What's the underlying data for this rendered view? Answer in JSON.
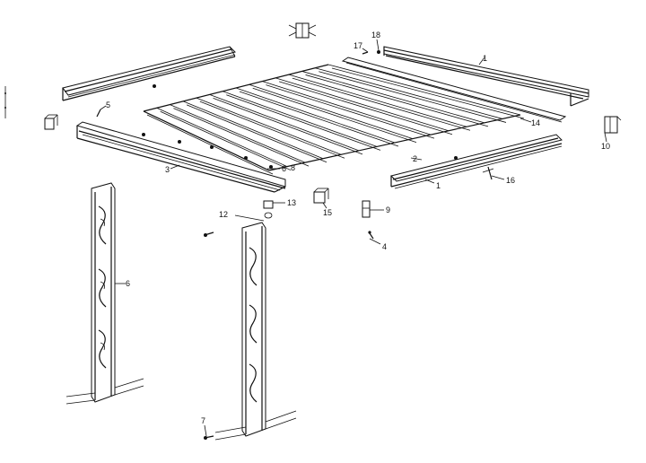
{
  "callouts": [
    "1",
    "1",
    "2",
    "3",
    "4",
    "5",
    "6",
    "6",
    "7",
    "8",
    "9",
    "10",
    "12",
    "13",
    "14",
    "15",
    "16",
    "17",
    "18"
  ],
  "colors": {
    "ink": "#111111",
    "paper": "#ffffff"
  }
}
